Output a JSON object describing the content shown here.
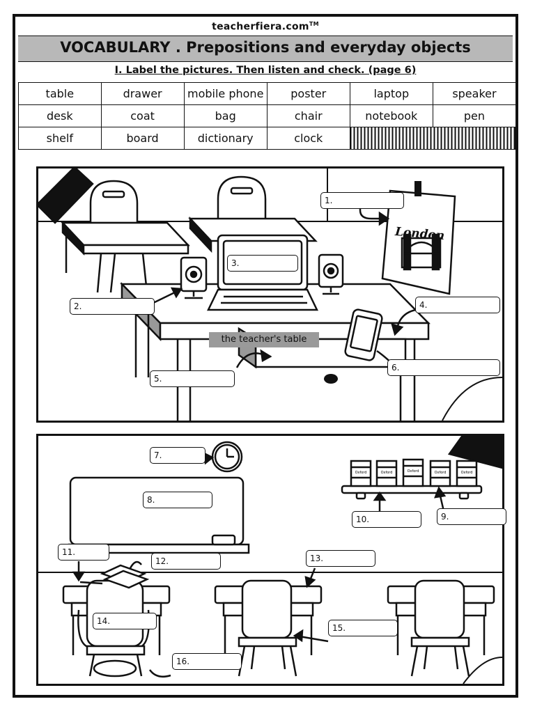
{
  "header": {
    "site": "teacherfiera.com",
    "trademark": "TM",
    "title": "VOCABULARY . Prepositions and everyday objects",
    "instruction": "I. Label the pictures. Then listen and check. (page 6)"
  },
  "vocabulary": [
    [
      "table",
      "drawer",
      "mobile phone",
      "poster",
      "laptop",
      "speaker"
    ],
    [
      "desk",
      "coat",
      "bag",
      "chair",
      "notebook",
      "pen"
    ],
    [
      "shelf",
      "board",
      "dictionary",
      "clock"
    ]
  ],
  "scene1": {
    "caption": "the teacher's table",
    "poster_text": "London",
    "labels": [
      "1.",
      "2.",
      "3.",
      "4.",
      "5.",
      "6."
    ]
  },
  "scene2": {
    "book_brand": "Oxford",
    "labels": [
      "7.",
      "8.",
      "9.",
      "10.",
      "11.",
      "12.",
      "13.",
      "14.",
      "15.",
      "16."
    ]
  }
}
